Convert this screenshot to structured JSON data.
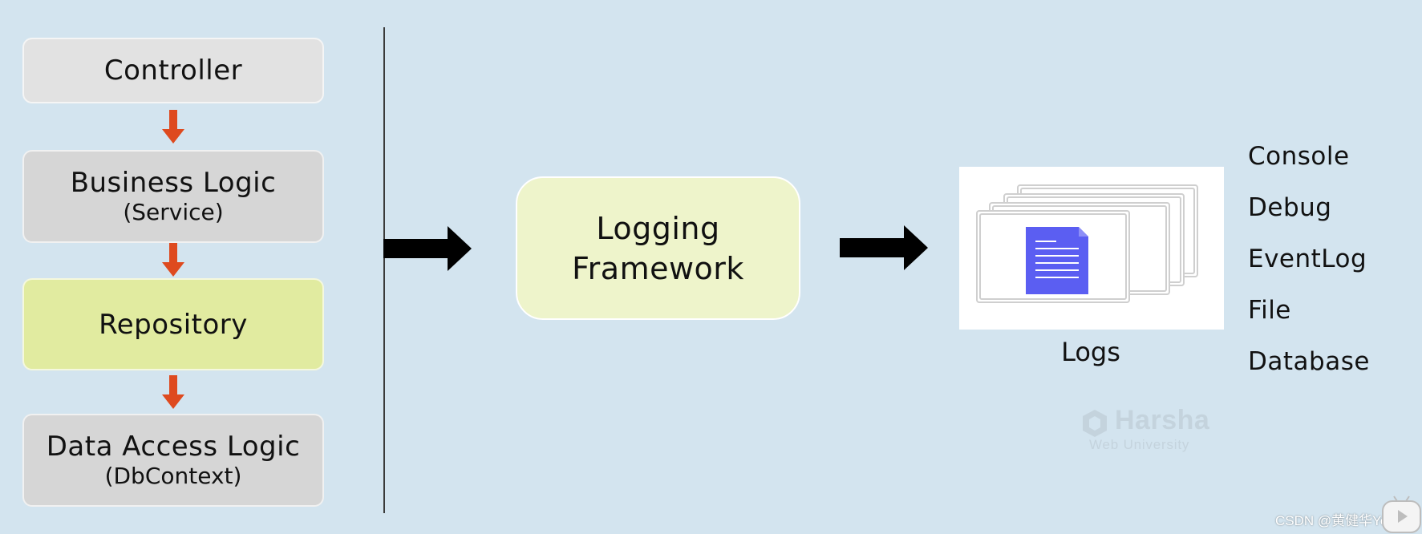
{
  "layers": [
    {
      "title": "Controller",
      "subtitle": "",
      "color": "#e2e2e2"
    },
    {
      "title": "Business Logic",
      "subtitle": "(Service)",
      "color": "#d6d6d6"
    },
    {
      "title": "Repository",
      "subtitle": "",
      "color": "#e1eba0"
    },
    {
      "title": "Data Access Logic",
      "subtitle": "(DbContext)",
      "color": "#d6d6d6"
    }
  ],
  "logging_framework": {
    "line1": "Logging",
    "line2": "Framework"
  },
  "logs": {
    "label": "Logs"
  },
  "targets": [
    "Console",
    "Debug",
    "EventLog",
    "File",
    "Database"
  ],
  "watermark": {
    "title": "Harsha",
    "subtitle": "Web University"
  },
  "credit": "CSDN @黄健华Yeah",
  "colors": {
    "background": "#d3e4ef",
    "down_arrow": "#de4a1f",
    "right_arrow": "#000000",
    "document_icon": "#5b5ef2",
    "logging_box": "#eef4cb"
  }
}
